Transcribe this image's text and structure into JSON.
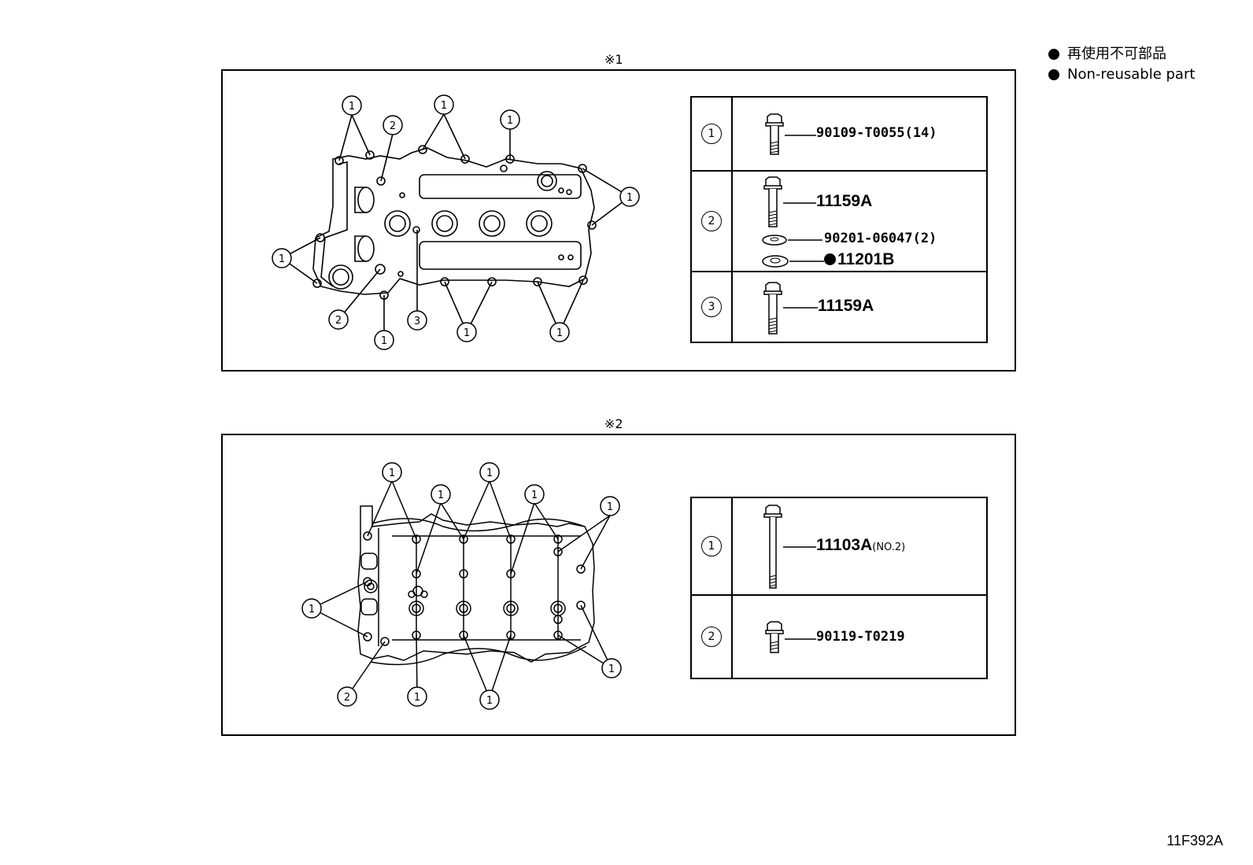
{
  "legend": {
    "items": [
      {
        "bullet": "filled-circle",
        "text": "再使用不可部品"
      },
      {
        "bullet": "filled-circle",
        "text": "Non-reusable part"
      }
    ]
  },
  "panel1": {
    "title": "※1",
    "callouts": [
      "1",
      "2",
      "1",
      "1",
      "1",
      "1",
      "2",
      "3",
      "1",
      "1",
      "1"
    ],
    "parts": [
      {
        "index": "1",
        "lines": [
          {
            "part_no": "90109-T0055(14)"
          }
        ]
      },
      {
        "index": "2",
        "lines": [
          {
            "part_no": "11159A"
          },
          {
            "part_no": "90201-06047(2)"
          },
          {
            "part_no": "11201B",
            "non_reusable": true
          }
        ]
      },
      {
        "index": "3",
        "lines": [
          {
            "part_no": "11159A"
          }
        ]
      }
    ]
  },
  "panel2": {
    "title": "※2",
    "callouts": [
      "1",
      "1",
      "1",
      "1",
      "1",
      "1",
      "2",
      "1",
      "1",
      "1"
    ],
    "parts": [
      {
        "index": "1",
        "lines": [
          {
            "part_no": "11103A",
            "note": "(NO.2)"
          }
        ]
      },
      {
        "index": "2",
        "lines": [
          {
            "part_no": "90119-T0219"
          }
        ]
      }
    ]
  },
  "reference_code": "11F392A"
}
